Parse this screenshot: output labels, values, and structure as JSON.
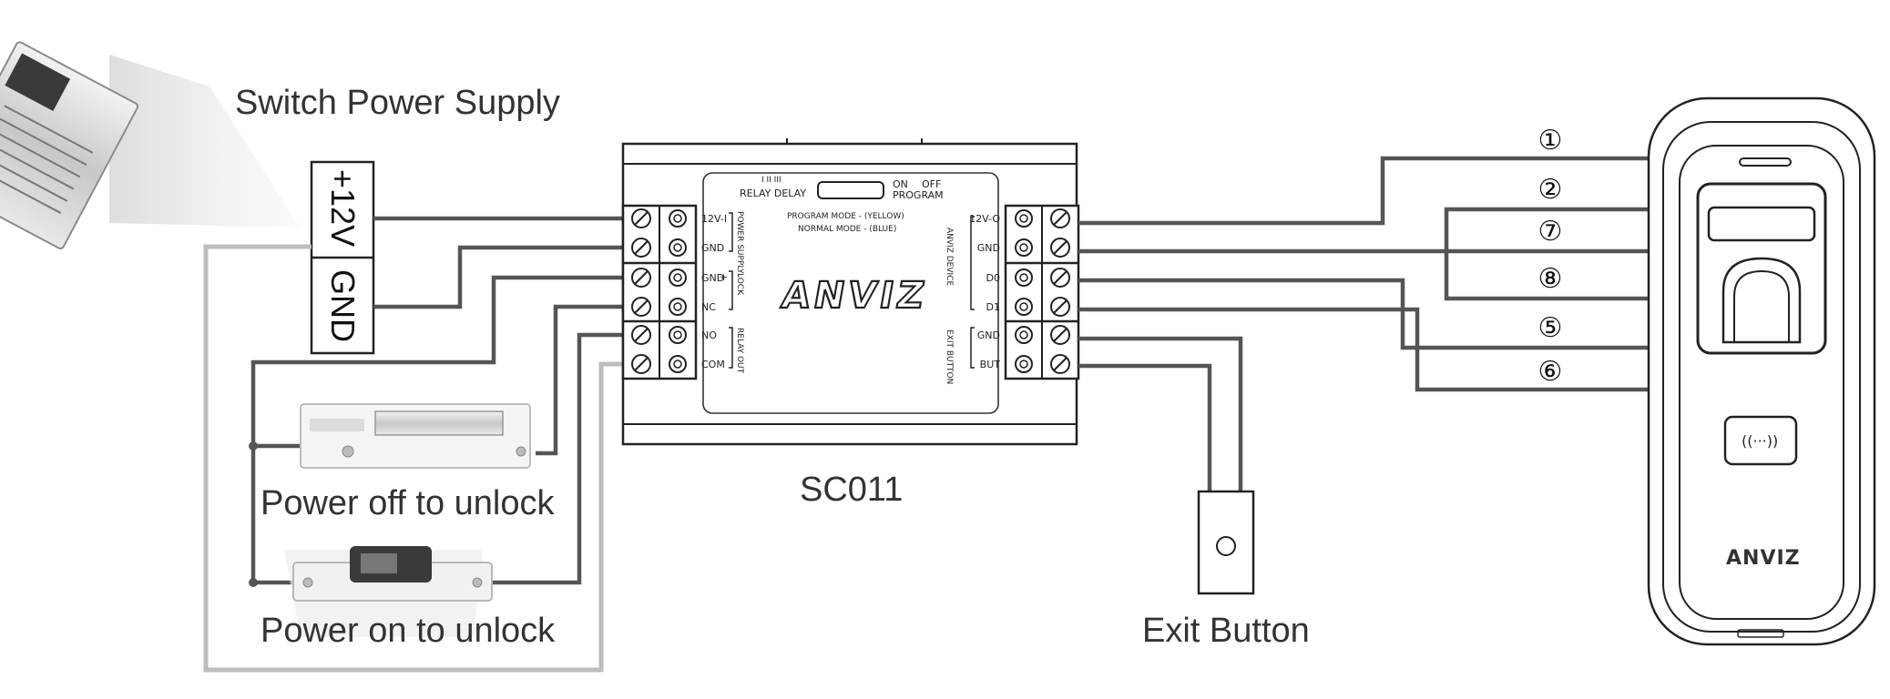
{
  "psu": {
    "title": "Switch Power Supply",
    "plus_label": "+12V",
    "gnd_label": "GND"
  },
  "controller": {
    "name": "SC011",
    "logo": "ANVIZ",
    "relay_delay": "RELAY DELAY",
    "relay_marks": "I  II  III",
    "on_label": "ON",
    "off_label": "OFF",
    "program_label": "PROGRAM",
    "program_mode": "PROGRAM MODE - (YELLOW)",
    "normal_mode": "NORMAL MODE - (BLUE)",
    "left_terminals": [
      "12V-I",
      "GND",
      "GND",
      "NC",
      "NO",
      "COM"
    ],
    "left_groups": [
      "POWER SUPPLY",
      "LOCK",
      "RELAY OUT"
    ],
    "lock_plus": "+",
    "lock_minus": "-",
    "right_terminals": [
      "12V-O",
      "GND",
      "D0",
      "D1",
      "GND",
      "BUT"
    ],
    "right_groups": [
      "ANVIZ DEVICE",
      "EXIT BUTTON"
    ]
  },
  "locks": {
    "power_off": "Power off to unlock",
    "power_on": "Power on to unlock"
  },
  "exit_button": {
    "label": "Exit Button"
  },
  "reader": {
    "logo": "ANVIZ",
    "card_symbol": "((···))"
  },
  "wire_numbers": [
    "①",
    "②",
    "⑦",
    "⑧",
    "⑤",
    "⑥"
  ],
  "colors": {
    "wire": "#555555",
    "wire_light": "#bdbdbd",
    "outline": "#222222"
  }
}
